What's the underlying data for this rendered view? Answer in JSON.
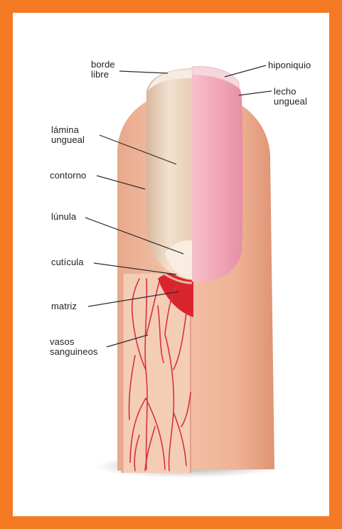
{
  "colors": {
    "frame": "#f47a24",
    "skin": "#f0b79a",
    "nail_plate": "#ecd3bd",
    "nail_bed": "#f2a7b8",
    "matrix": "#d9262c",
    "vessels": "#d8313a"
  },
  "labels": {
    "borde_libre": "borde\nlibre",
    "hiponiquio": "hiponiquio",
    "lecho_ungueal": "lecho\nungueal",
    "lamina_ungueal": "lámina\nungueal",
    "contorno": "contorno",
    "lunula": "lúnula",
    "cuticula": "cutícula",
    "matriz": "matriz",
    "vasos_sanguineos": "vasos\nsanguineos"
  }
}
